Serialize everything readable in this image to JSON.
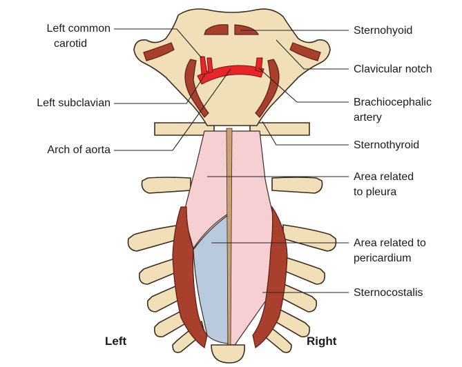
{
  "labels": {
    "left_common_carotid_1": "Left common",
    "left_common_carotid_2": "carotid",
    "left_subclavian": "Left subclavian",
    "arch_of_aorta": "Arch of aorta",
    "sternohyoid": "Sternohyoid",
    "clavicular_notch": "Clavicular notch",
    "brachiocephalic_1": "Brachiocephalic",
    "brachiocephalic_2": "artery",
    "sternothyroid": "Sternothyroid",
    "pleura_1": "Area related",
    "pleura_2": "to pleura",
    "pericardium_1": "Area related to",
    "pericardium_2": "pericardium",
    "sternocostalis": "Sternocostalis",
    "left": "Left",
    "right": "Right"
  },
  "colors": {
    "bone": "#f1dfb8",
    "muscle": "#a8402d",
    "pleura": "#f6cfd2",
    "pericardium": "#b9c9de",
    "artery": "#e8262a"
  }
}
